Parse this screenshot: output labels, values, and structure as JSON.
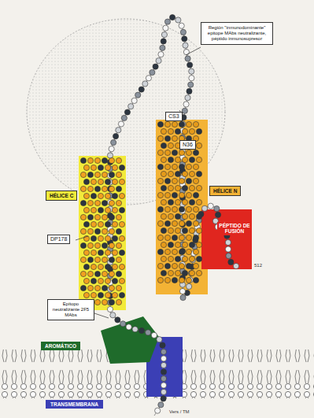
{
  "diagram": {
    "nodes": [
      {
        "text": [
          "Región \"inmunodominante\" epitope MAbs neutralizante, péptido inmunosupresor"
        ]
      },
      {
        "text": [
          "CS3"
        ]
      },
      {
        "text": [
          "HÉLICE C"
        ]
      },
      {
        "text": [
          "N36"
        ]
      },
      {
        "text": [
          "HÉLICE N"
        ]
      },
      {
        "text": [
          "DP178"
        ]
      },
      {
        "text": [
          "PÉPTIDO DE FUSIÓN"
        ]
      },
      {
        "text": [
          "Epitopo neutralizante 2F5 MAbs"
        ]
      },
      {
        "text": [
          "AROMÁTICO"
        ]
      },
      {
        "text": [
          "TRANSMEMBRANA"
        ]
      }
    ],
    "edges": [],
    "labels": [
      "512",
      "Vers / TM"
    ]
  }
}
